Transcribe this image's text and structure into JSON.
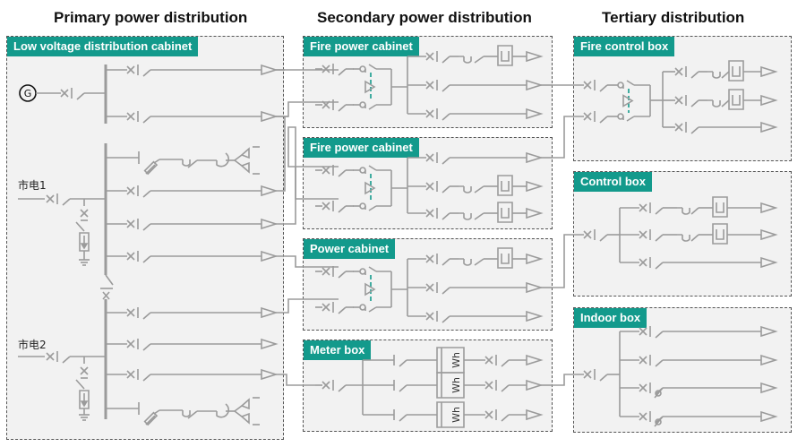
{
  "columns": [
    {
      "title": "Primary power distribution"
    },
    {
      "title": "Secondary power distribution"
    },
    {
      "title": "Tertiary distribution"
    }
  ],
  "panels": {
    "lv_cabinet": {
      "label": "Low voltage distribution cabinet"
    },
    "fire_power_1": {
      "label": "Fire power cabinet"
    },
    "fire_power_2": {
      "label": "Fire power cabinet"
    },
    "power_cabinet": {
      "label": "Power cabinet"
    },
    "meter_box": {
      "label": "Meter box"
    },
    "fire_control_box": {
      "label": "Fire control box"
    },
    "control_box": {
      "label": "Control box"
    },
    "indoor_box": {
      "label": "Indoor box"
    }
  },
  "sources": {
    "generator": {
      "symbol": "G"
    },
    "mains1": {
      "label": "市电1"
    },
    "mains2": {
      "label": "市电2"
    }
  },
  "meter_symbol": "Wh",
  "colors": {
    "accent": "#139a8c",
    "wire": "#9b9b9b",
    "panel_bg": "#f2f2f2",
    "interlock": "#139a8c"
  }
}
